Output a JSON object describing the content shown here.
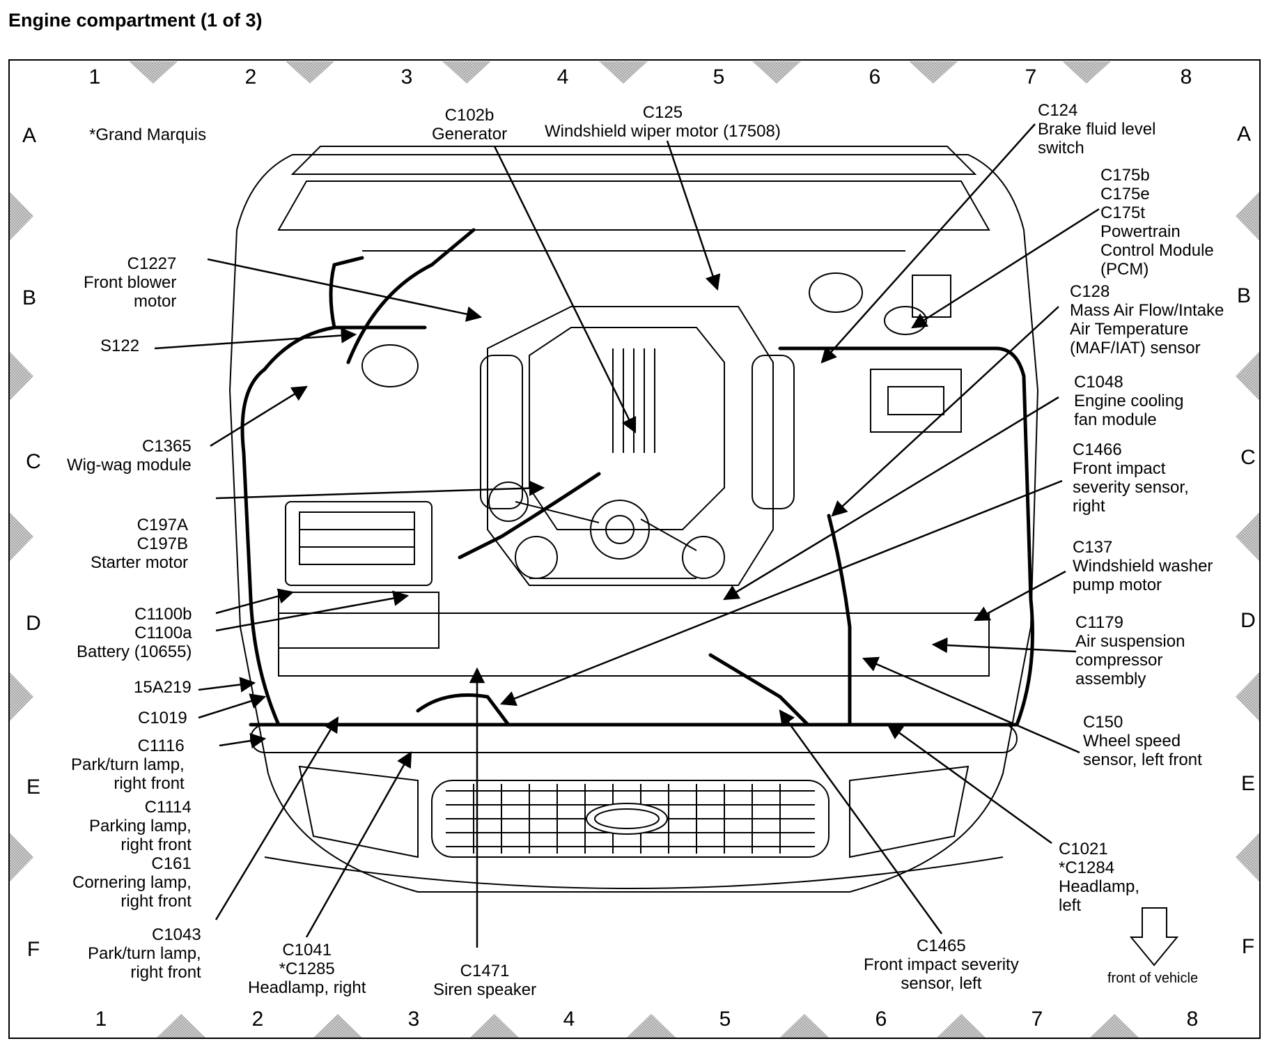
{
  "title": "Engine compartment (1 of 3)",
  "grid": {
    "columns": [
      "1",
      "2",
      "3",
      "4",
      "5",
      "6",
      "7",
      "8"
    ],
    "rows": [
      "A",
      "B",
      "C",
      "D",
      "E",
      "F"
    ]
  },
  "note": "*Grand Marquis",
  "front_of_vehicle": "front of vehicle",
  "callouts": [
    {
      "id": "c102b",
      "text": "C102b\nGenerator"
    },
    {
      "id": "c125",
      "text": "C125\nWindshield wiper motor (17508)"
    },
    {
      "id": "c124",
      "text": "C124\nBrake fluid level\nswitch"
    },
    {
      "id": "c175",
      "text": "C175b\nC175e\nC175t\nPowertrain\nControl Module\n(PCM)"
    },
    {
      "id": "c128",
      "text": "C128\nMass Air Flow/Intake\nAir Temperature\n(MAF/IAT) sensor"
    },
    {
      "id": "c1048",
      "text": "C1048\nEngine cooling\nfan module"
    },
    {
      "id": "c1466",
      "text": "C1466\nFront impact\nseverity sensor,\nright"
    },
    {
      "id": "c137",
      "text": "C137\nWindshield washer\npump motor"
    },
    {
      "id": "c1179",
      "text": "C1179\nAir suspension\ncompressor\nassembly"
    },
    {
      "id": "c150",
      "text": "C150\nWheel speed\nsensor, left front"
    },
    {
      "id": "c1021",
      "text": "C1021\n*C1284\nHeadlamp,\nleft"
    },
    {
      "id": "c1465",
      "text": "C1465\nFront impact severity\nsensor, left"
    },
    {
      "id": "c1471",
      "text": "C1471\nSiren speaker"
    },
    {
      "id": "c1041",
      "text": "C1041\n*C1285\nHeadlamp, right"
    },
    {
      "id": "c1043",
      "text": "C1043\nPark/turn lamp,\nright front"
    },
    {
      "id": "c1114",
      "text": "C1114\nParking lamp,\nright front\nC161\nCornering lamp,\nright front"
    },
    {
      "id": "c1116",
      "text": "C1116\nPark/turn lamp,\nright front"
    },
    {
      "id": "c1019",
      "text": "C1019"
    },
    {
      "id": "15a219",
      "text": "15A219"
    },
    {
      "id": "c1100",
      "text": "C1100b\nC1100a\nBattery (10655)"
    },
    {
      "id": "c197",
      "text": "C197A\nC197B\nStarter motor"
    },
    {
      "id": "c1365",
      "text": "C1365\nWig-wag module"
    },
    {
      "id": "s122",
      "text": "S122"
    },
    {
      "id": "c1227",
      "text": "C1227\nFront blower\nmotor"
    }
  ]
}
